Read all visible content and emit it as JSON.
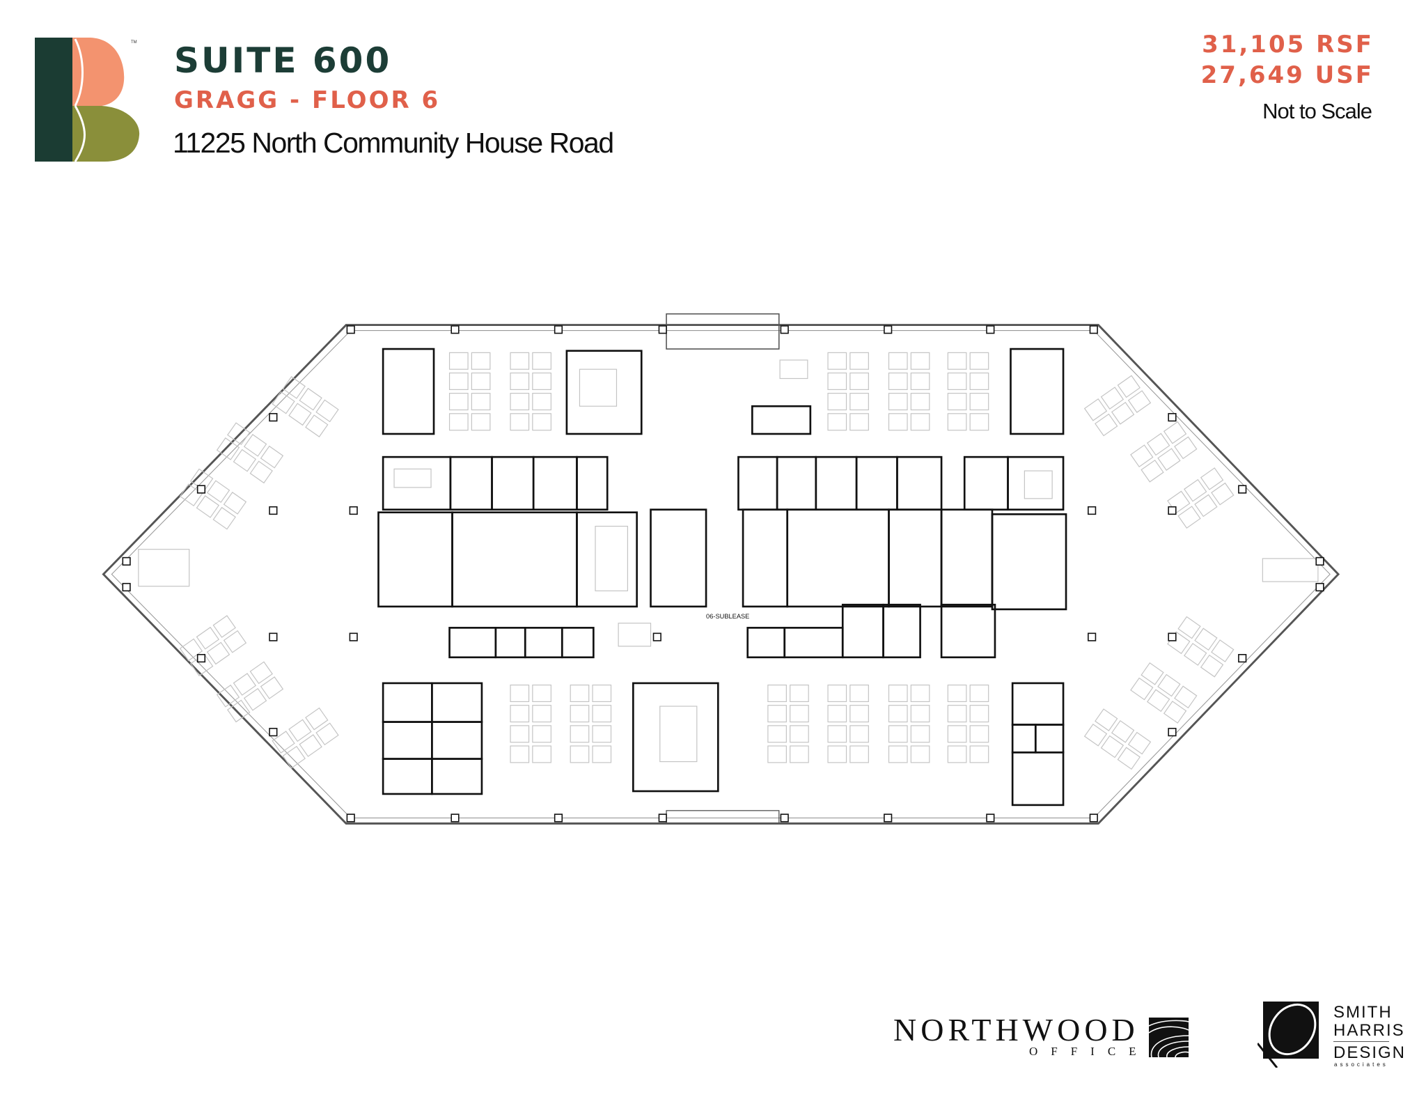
{
  "header": {
    "title": "SUITE 600",
    "subtitle": "GRAGG - FLOOR 6",
    "address": "11225 North Community House Road",
    "rsf": "31,105 RSF",
    "usf": "27,649 USF",
    "scale_note": "Not to Scale"
  },
  "brand": {
    "logo_letter": "B",
    "trademark": "TM",
    "colors": {
      "dark_green": "#1b3c33",
      "salmon": "#f3936f",
      "olive": "#8a8f3a",
      "accent": "#e0604a"
    }
  },
  "floor_plan": {
    "space_label": "06-SUBLEASE"
  },
  "footer": {
    "northwood": {
      "name": "NORTHWOOD",
      "sub": "OFFICE"
    },
    "smith_harris": {
      "lines": [
        "SMITH",
        "HARRIS",
        "DESIGN"
      ],
      "sub": "associates"
    }
  }
}
